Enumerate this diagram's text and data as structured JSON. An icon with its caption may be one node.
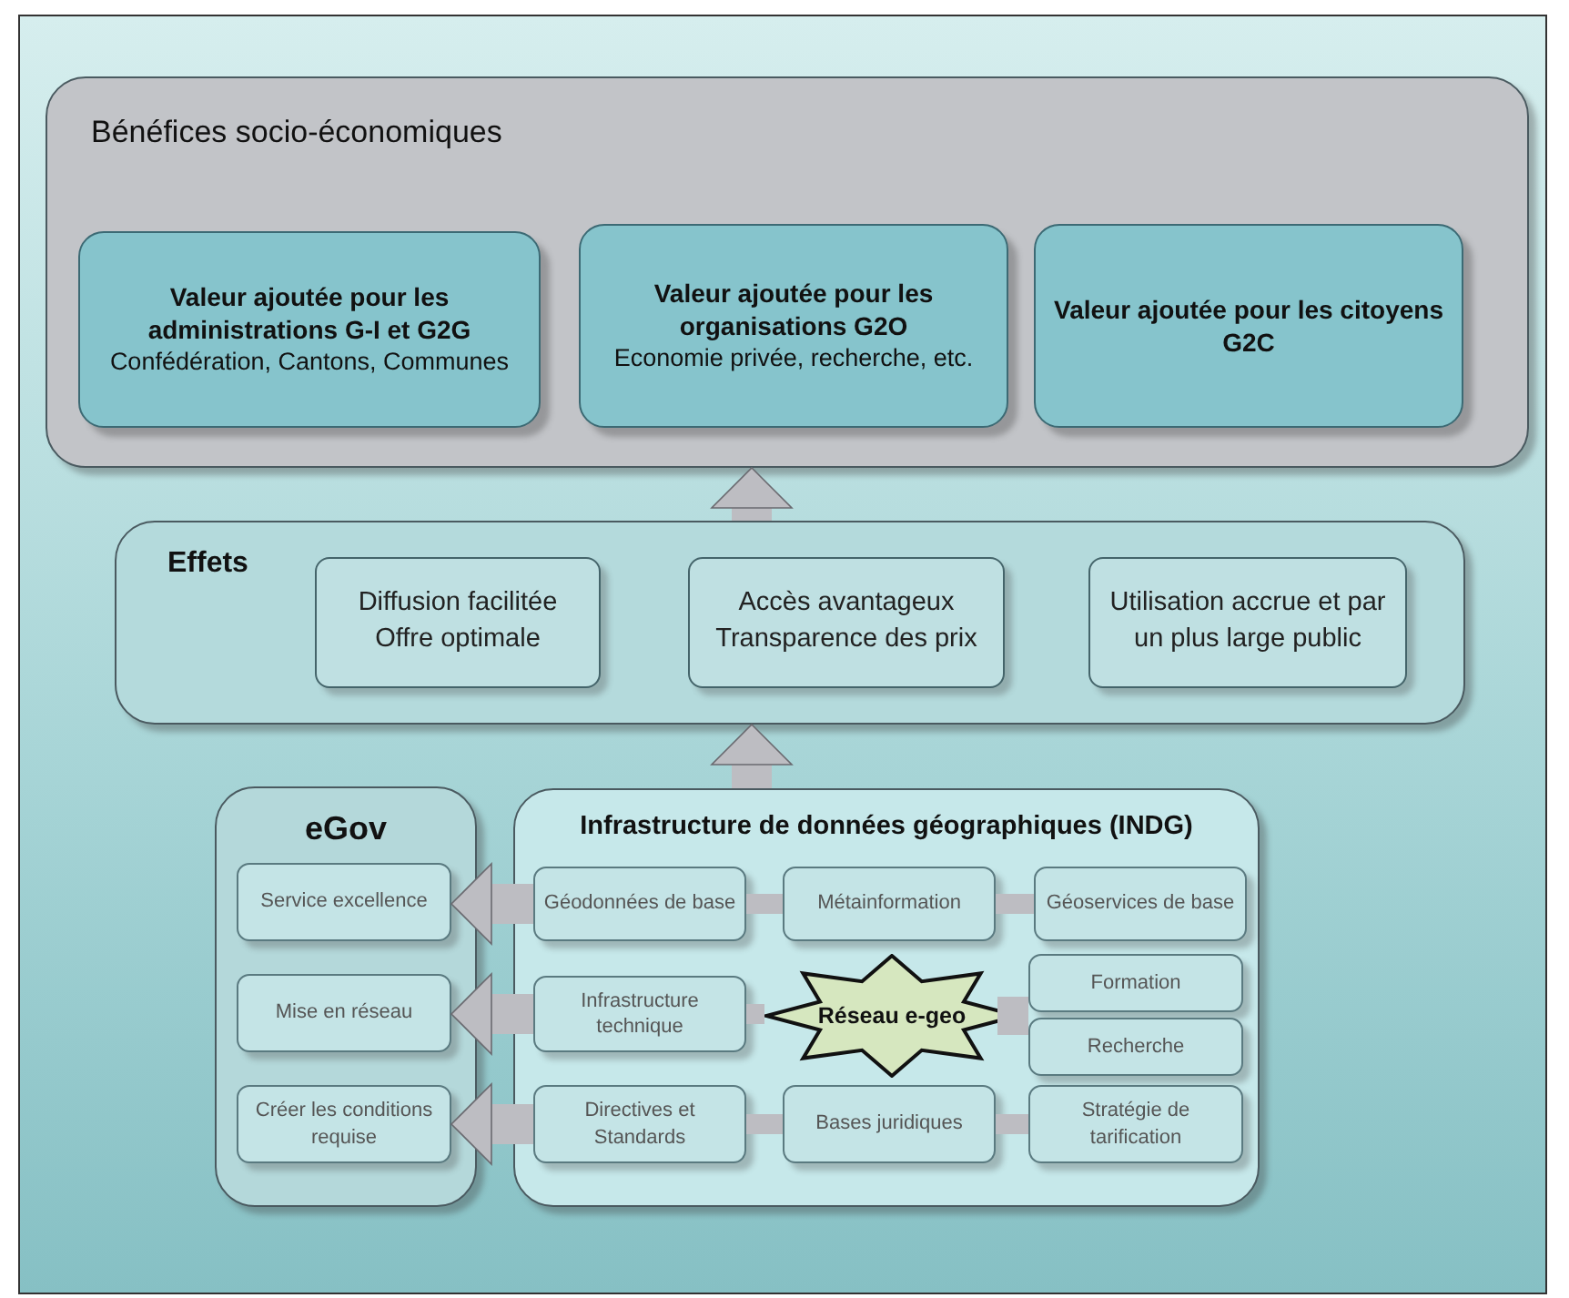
{
  "diagram": {
    "nodes": [
      {
        "text": [
          "Bénéfices socio-économiques"
        ]
      },
      {
        "text": [
          "Valeur ajoutée pour les administrations G-I et G2G",
          "Confédération, Cantons, Communes"
        ],
        "in": 0
      },
      {
        "text": [
          "Valeur ajoutée pour les organisations G2O",
          "Economie privée, recherche, etc."
        ],
        "in": 0
      },
      {
        "text": [
          "Valeur ajoutée pour les citoyens G2C"
        ],
        "in": 0
      },
      {
        "text": [
          "Effets"
        ]
      },
      {
        "text": [
          "Diffusion facilitée Offre optimale"
        ],
        "in": 4
      },
      {
        "text": [
          "Accès avantageux Transparence des prix"
        ],
        "in": 4
      },
      {
        "text": [
          "Utilisation accrue et par un plus large public"
        ],
        "in": 4
      },
      {
        "text": [
          "eGov"
        ]
      },
      {
        "text": [
          "Service excellence"
        ],
        "in": 8
      },
      {
        "text": [
          "Mise en réseau"
        ],
        "in": 8
      },
      {
        "text": [
          "Créer les conditions requise"
        ],
        "in": 8
      },
      {
        "text": [
          "Infrastructure de données géographiques (INDG)"
        ]
      },
      {
        "text": [
          "Géodonnées de base"
        ],
        "in": 12
      },
      {
        "text": [
          "Métainformation"
        ],
        "in": 12
      },
      {
        "text": [
          "Géoservices de base"
        ],
        "in": 12
      },
      {
        "text": [
          "Infrastructure technique"
        ],
        "in": 12
      },
      {
        "text": [
          "Réseau e-geo"
        ],
        "in": 12
      },
      {
        "text": [
          "Formation"
        ],
        "in": 12
      },
      {
        "text": [
          "Recherche"
        ],
        "in": 12
      },
      {
        "text": [
          "Directives et Standards"
        ],
        "in": 12
      },
      {
        "text": [
          "Bases juridiques"
        ],
        "in": 12
      },
      {
        "text": [
          "Stratégie de tarification"
        ],
        "in": 12
      }
    ],
    "edges": [
      {
        "from": 4,
        "to": 0,
        "arrow": "to",
        "style": "thick"
      },
      {
        "from": 12,
        "to": 4,
        "arrow": "to",
        "style": "thick"
      },
      {
        "from": 13,
        "to": 9,
        "arrow": "to",
        "style": "thick"
      },
      {
        "from": 16,
        "to": 10,
        "arrow": "to",
        "style": "thick"
      },
      {
        "from": 20,
        "to": 11,
        "arrow": "to",
        "style": "thick"
      },
      {
        "from": 13,
        "to": 14,
        "arrow": "none"
      },
      {
        "from": 14,
        "to": 15,
        "arrow": "none"
      },
      {
        "from": 16,
        "to": 17,
        "arrow": "none"
      },
      {
        "from": 17,
        "to": 18,
        "arrow": "none"
      },
      {
        "from": 17,
        "to": 19,
        "arrow": "none"
      },
      {
        "from": 20,
        "to": 21,
        "arrow": "none"
      },
      {
        "from": 21,
        "to": 22,
        "arrow": "none"
      }
    ]
  }
}
